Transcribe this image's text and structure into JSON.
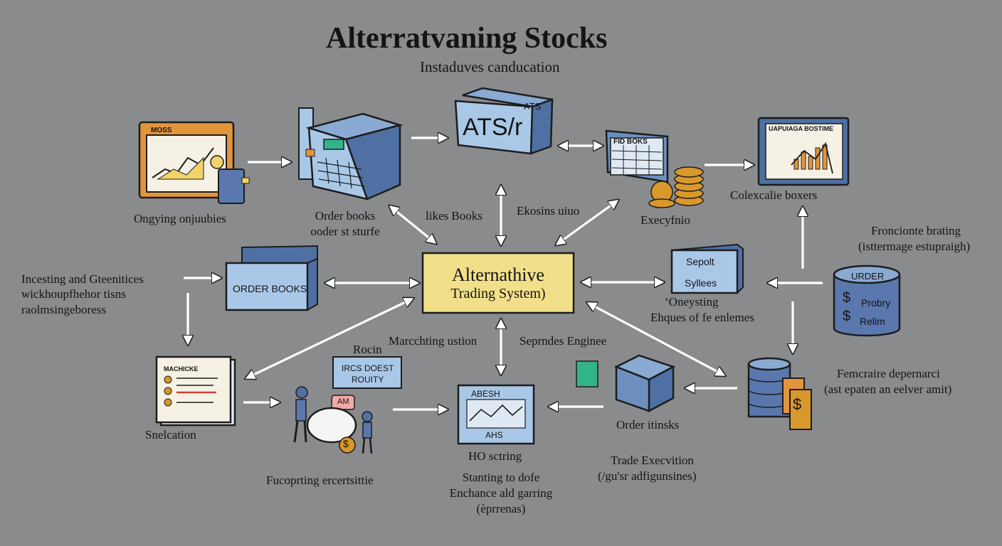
{
  "title": "Alterratvaning Stocks",
  "subtitle": "Instaduves canducation",
  "center": {
    "line1": "Alternathive",
    "line2": "Trading System)"
  },
  "nodes": {
    "ats": {
      "label": "ATS/r",
      "tag": "ATS"
    },
    "tablet_left": {
      "tag": "MOSS",
      "caption": "Ongying onjuubies"
    },
    "order_books_top": {
      "caption_line1": "Order books",
      "caption_line2": "ooder st sturfe"
    },
    "ledger": {
      "tag": "FID BOKS",
      "caption": "Execyfnio"
    },
    "monitor": {
      "tag": "UAPUIAGA BOSTIME",
      "caption": "Colexcalie boxers"
    },
    "order_books_mid": {
      "label": "ORDER BOOKS"
    },
    "left_block": {
      "line1": "Incesting and Gteenitices",
      "line2": "wickhoupfhehor tisns",
      "line3": "raolmsingeboress"
    },
    "sepoit": {
      "line1": "Sepolt",
      "line2": "Syllees",
      "caption_line1": "ʻOneysting",
      "caption_line2": "Ehques of fe enlemes"
    },
    "cylinder": {
      "line1": "URDER",
      "line2": "Probry",
      "line3": "Relim"
    },
    "right_top": {
      "line1": "Froncionte brating",
      "line2": "(isttermage estupraigh)"
    },
    "right_mid": {
      "line1": "Femcraire depernarci",
      "line2": "(ast epaten an eelver amit)"
    },
    "selection": {
      "tag": "MACHICKE",
      "caption": "Snelcation"
    },
    "people": {
      "tag_line1": "IRCS DOEST",
      "tag_line2": "ROUITY",
      "bubble": "AM",
      "caption": "Fucoprting ercertsittie",
      "top": "Rocin"
    },
    "aresh": {
      "tag": "ABESH",
      "sub": "AHS",
      "caption": "HO sctring"
    },
    "order_risks": {
      "caption": "Order itinsks"
    },
    "trade_exec": {
      "line1": "Trade Execvition",
      "line2": "(/gu'sr adfigunsines)"
    },
    "bottom": {
      "line1": "Stanting to dofe",
      "line2": "Enchance ald garring",
      "line3": "(èprrenas)"
    }
  },
  "edge_labels": {
    "likes_books": "likes Books",
    "exosins": "Ekosins uiuo",
    "matching": "Marcchting ustion",
    "seprndes": "Seprndes Enginee"
  },
  "colors": {
    "background": "#8a8b8d",
    "blue_box": "#6d8fc0",
    "light_blue": "#a9c8e8",
    "center_fill": "#f1df8a",
    "orange": "#e3953c",
    "gold": "#d9982b",
    "green": "#33b38a"
  }
}
